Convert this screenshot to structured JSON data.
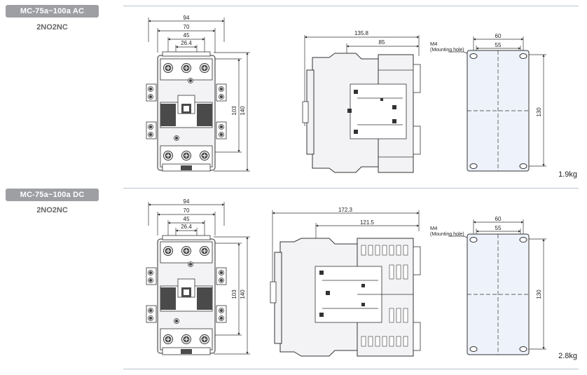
{
  "sections": [
    {
      "model": "MC-75a~100a AC",
      "contacts": "2NO2NC",
      "weight": "1.9kg",
      "front_view": {
        "dims": [
          "94",
          "70",
          "45",
          "26.4",
          "103",
          "140"
        ]
      },
      "side_view": {
        "dims": [
          "135.8",
          "85"
        ]
      },
      "mount_view": {
        "dims": [
          "60",
          "55",
          "130"
        ],
        "hole_label": "M4",
        "hole_note": "(Mounting hole)"
      }
    },
    {
      "model": "MC-75a~100a DC",
      "contacts": "2NO2NC",
      "weight": "2.8kg",
      "front_view": {
        "dims": [
          "94",
          "70",
          "45",
          "26.4",
          "103",
          "140"
        ]
      },
      "side_view": {
        "dims": [
          "172.3",
          "121.5"
        ]
      },
      "mount_view": {
        "dims": [
          "60",
          "55",
          "130"
        ],
        "hole_label": "M4",
        "hole_note": "(Mounting hole)"
      }
    }
  ],
  "colors": {
    "badge": "#9d9fa3",
    "rule": "#b9c4cc",
    "body_fill": "#f3f3f5",
    "plate_fill": "#eef3fb",
    "dark": "#4a4a4a"
  }
}
